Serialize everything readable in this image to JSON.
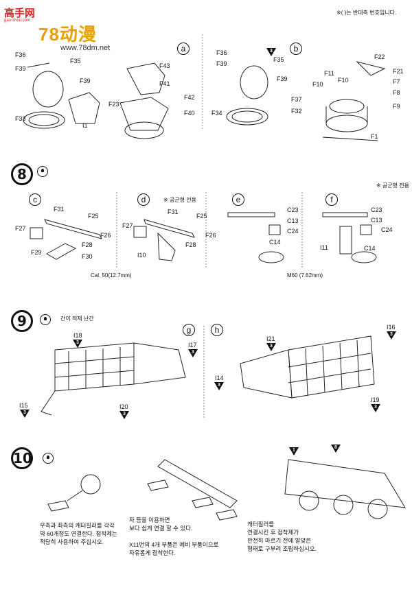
{
  "header": {
    "note": "※( )는 반대측 번호입니다.",
    "watermark_site": "高手网",
    "watermark_sub": "gao-shou.com",
    "watermark_brand": "78动漫",
    "watermark_url": "www.78dm.net"
  },
  "top_panel_left": {
    "labels": [
      "F36",
      "F35",
      "F39",
      "F39",
      "F33",
      "I1"
    ]
  },
  "panel_a": {
    "letter": "a",
    "labels": [
      "F43",
      "F41",
      "F42",
      "F23",
      "F40"
    ]
  },
  "top_panel_mid": {
    "labels": [
      "F36",
      "F35",
      "F39",
      "F39",
      "F37",
      "F32",
      "F34"
    ],
    "badge": "3"
  },
  "panel_b": {
    "letter": "b",
    "labels": [
      "F22",
      "F21",
      "F11",
      "F10",
      "F10",
      "F7",
      "F8",
      "F9",
      "F1"
    ]
  },
  "step8": {
    "number": "8",
    "note_right": "※ 공군형 전용",
    "note_mid": "※ 공군형 전용",
    "panel_c": {
      "letter": "c",
      "labels": [
        "F31",
        "F27",
        "F25",
        "F26",
        "F28",
        "F29",
        "F30"
      ]
    },
    "panel_d": {
      "letter": "d",
      "labels": [
        "F31",
        "F27",
        "F25",
        "F26",
        "F28",
        "I10"
      ]
    },
    "panel_e": {
      "letter": "e",
      "labels": [
        "C23",
        "C13",
        "C24",
        "C14"
      ]
    },
    "panel_f": {
      "letter": "f",
      "labels": [
        "C23",
        "C13",
        "C24",
        "I11",
        "C14"
      ]
    },
    "caption_cal50": "Cal. 50(12.7mm)",
    "caption_m60": "M60 (7.62mm)"
  },
  "step9": {
    "number": "9",
    "title": "간이 적재 난간",
    "panel_g": {
      "letter": "g",
      "labels": [
        "I18",
        "I17",
        "I15",
        "I20"
      ],
      "badges": [
        "3",
        "3",
        "3",
        "3"
      ]
    },
    "panel_h": {
      "letter": "h",
      "labels": [
        "I21",
        "I16",
        "I14",
        "I19"
      ],
      "badges": [
        "3",
        "3",
        "3",
        "3"
      ]
    }
  },
  "step10": {
    "number": "10",
    "note_left": "우측과 좌측의 캐터필러를 각각\n약 60개정도 연결한다. 접착제는\n적당히 사용하여 주십시오.",
    "note_mid1": "자 등을 이용하면\n보다 쉽게 연결 할 수 있다.",
    "note_mid2": "X11번의 4개 부품은 예비 부품이므로\n자유롭게 접착한다.",
    "note_right": "캐터필러를\n연결시킨 후 접착제가\n완전히 마르기 전에 알맞은\n형태로 구부려 조립하십시오."
  }
}
